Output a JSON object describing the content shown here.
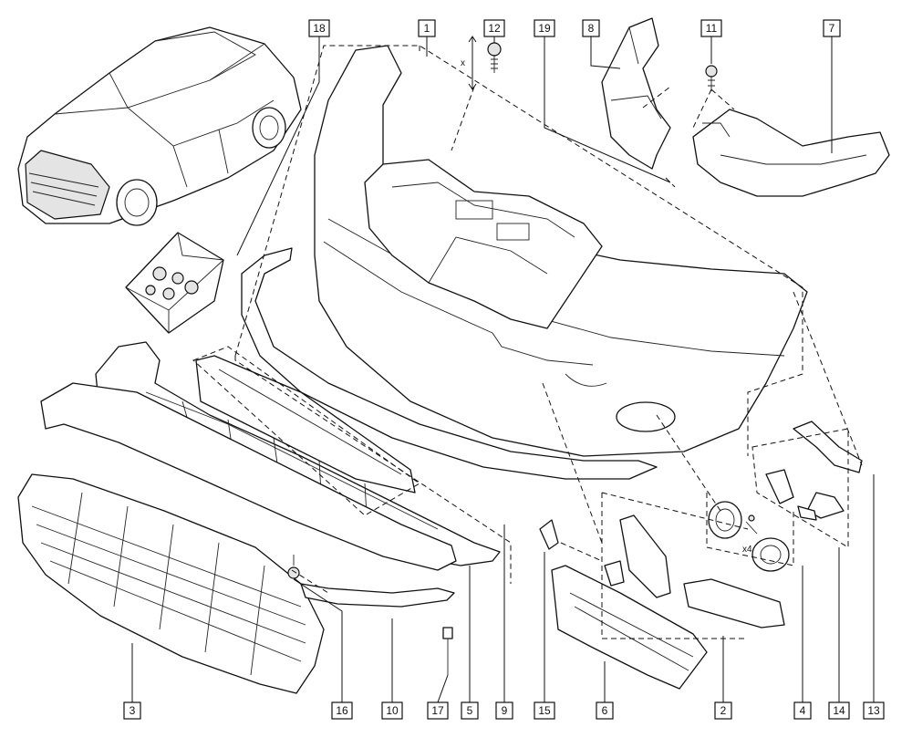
{
  "callouts": [
    {
      "id": "1",
      "label": "1"
    },
    {
      "id": "2",
      "label": "2"
    },
    {
      "id": "3",
      "label": "3"
    },
    {
      "id": "4",
      "label": "4"
    },
    {
      "id": "5",
      "label": "5"
    },
    {
      "id": "6",
      "label": "6"
    },
    {
      "id": "7",
      "label": "7"
    },
    {
      "id": "8",
      "label": "8"
    },
    {
      "id": "9",
      "label": "9"
    },
    {
      "id": "10",
      "label": "10"
    },
    {
      "id": "11",
      "label": "11"
    },
    {
      "id": "12",
      "label": "12"
    },
    {
      "id": "13",
      "label": "13"
    },
    {
      "id": "14",
      "label": "14"
    },
    {
      "id": "15",
      "label": "15"
    },
    {
      "id": "16",
      "label": "16"
    },
    {
      "id": "17",
      "label": "17"
    },
    {
      "id": "18",
      "label": "18"
    },
    {
      "id": "19",
      "label": "19"
    }
  ],
  "annotations": {
    "dimension_x": "x",
    "quantity_x4": "x4"
  }
}
